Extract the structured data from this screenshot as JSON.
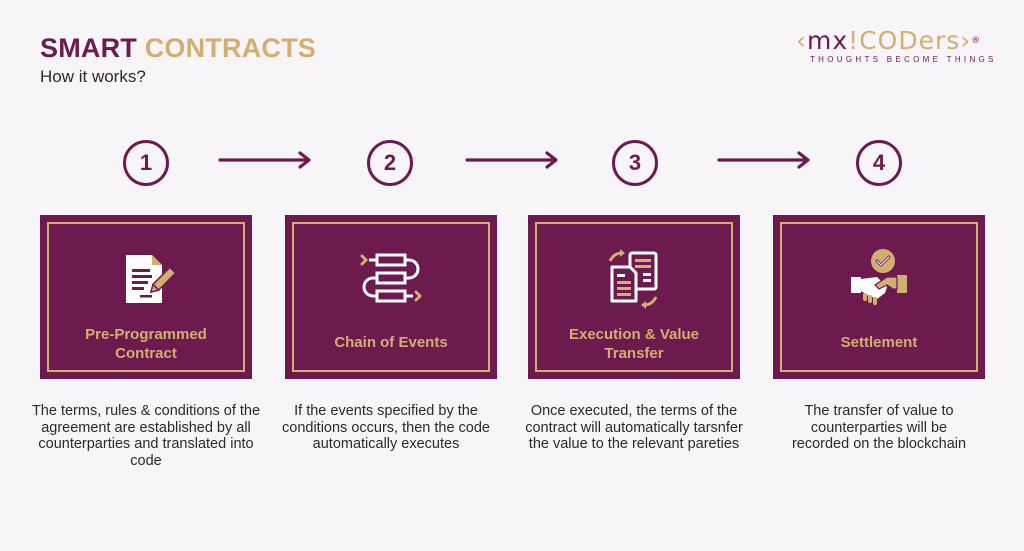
{
  "header": {
    "title_part1": "SMART",
    "title_part2": "CONTRACTS",
    "subtitle": "How it works?"
  },
  "logo": {
    "left_bracket": "‹",
    "mx": "mx",
    "i": "!",
    "coders": "CODers",
    "right_bracket": "›",
    "registered": "®",
    "tagline": "THOUGHTS BECOME THINGS"
  },
  "colors": {
    "primary": "#6d1b4f",
    "accent": "#d3ae71",
    "background": "#f8f5f9"
  },
  "steps": [
    {
      "number": "1",
      "icon": "contract-edit-icon",
      "label_line1": "Pre-Programmed",
      "label_line2": "Contract",
      "description": "The terms, rules & conditions of the agreement are established by all counterparties and translated into code"
    },
    {
      "number": "2",
      "icon": "chain-of-events-icon",
      "label_line1": "Chain of Events",
      "label_line2": "",
      "description": "If the events specified by the conditions occurs, then the code automatically executes"
    },
    {
      "number": "3",
      "icon": "document-transfer-icon",
      "label_line1": "Execution & Value",
      "label_line2": "Transfer",
      "description": "Once executed, the terms of the contract will automatically tarsnfer the value to the relevant pareties"
    },
    {
      "number": "4",
      "icon": "handshake-check-icon",
      "label_line1": "Settlement",
      "label_line2": "",
      "description": "The transfer of value to counterparties will be recorded on the blockchain"
    }
  ]
}
